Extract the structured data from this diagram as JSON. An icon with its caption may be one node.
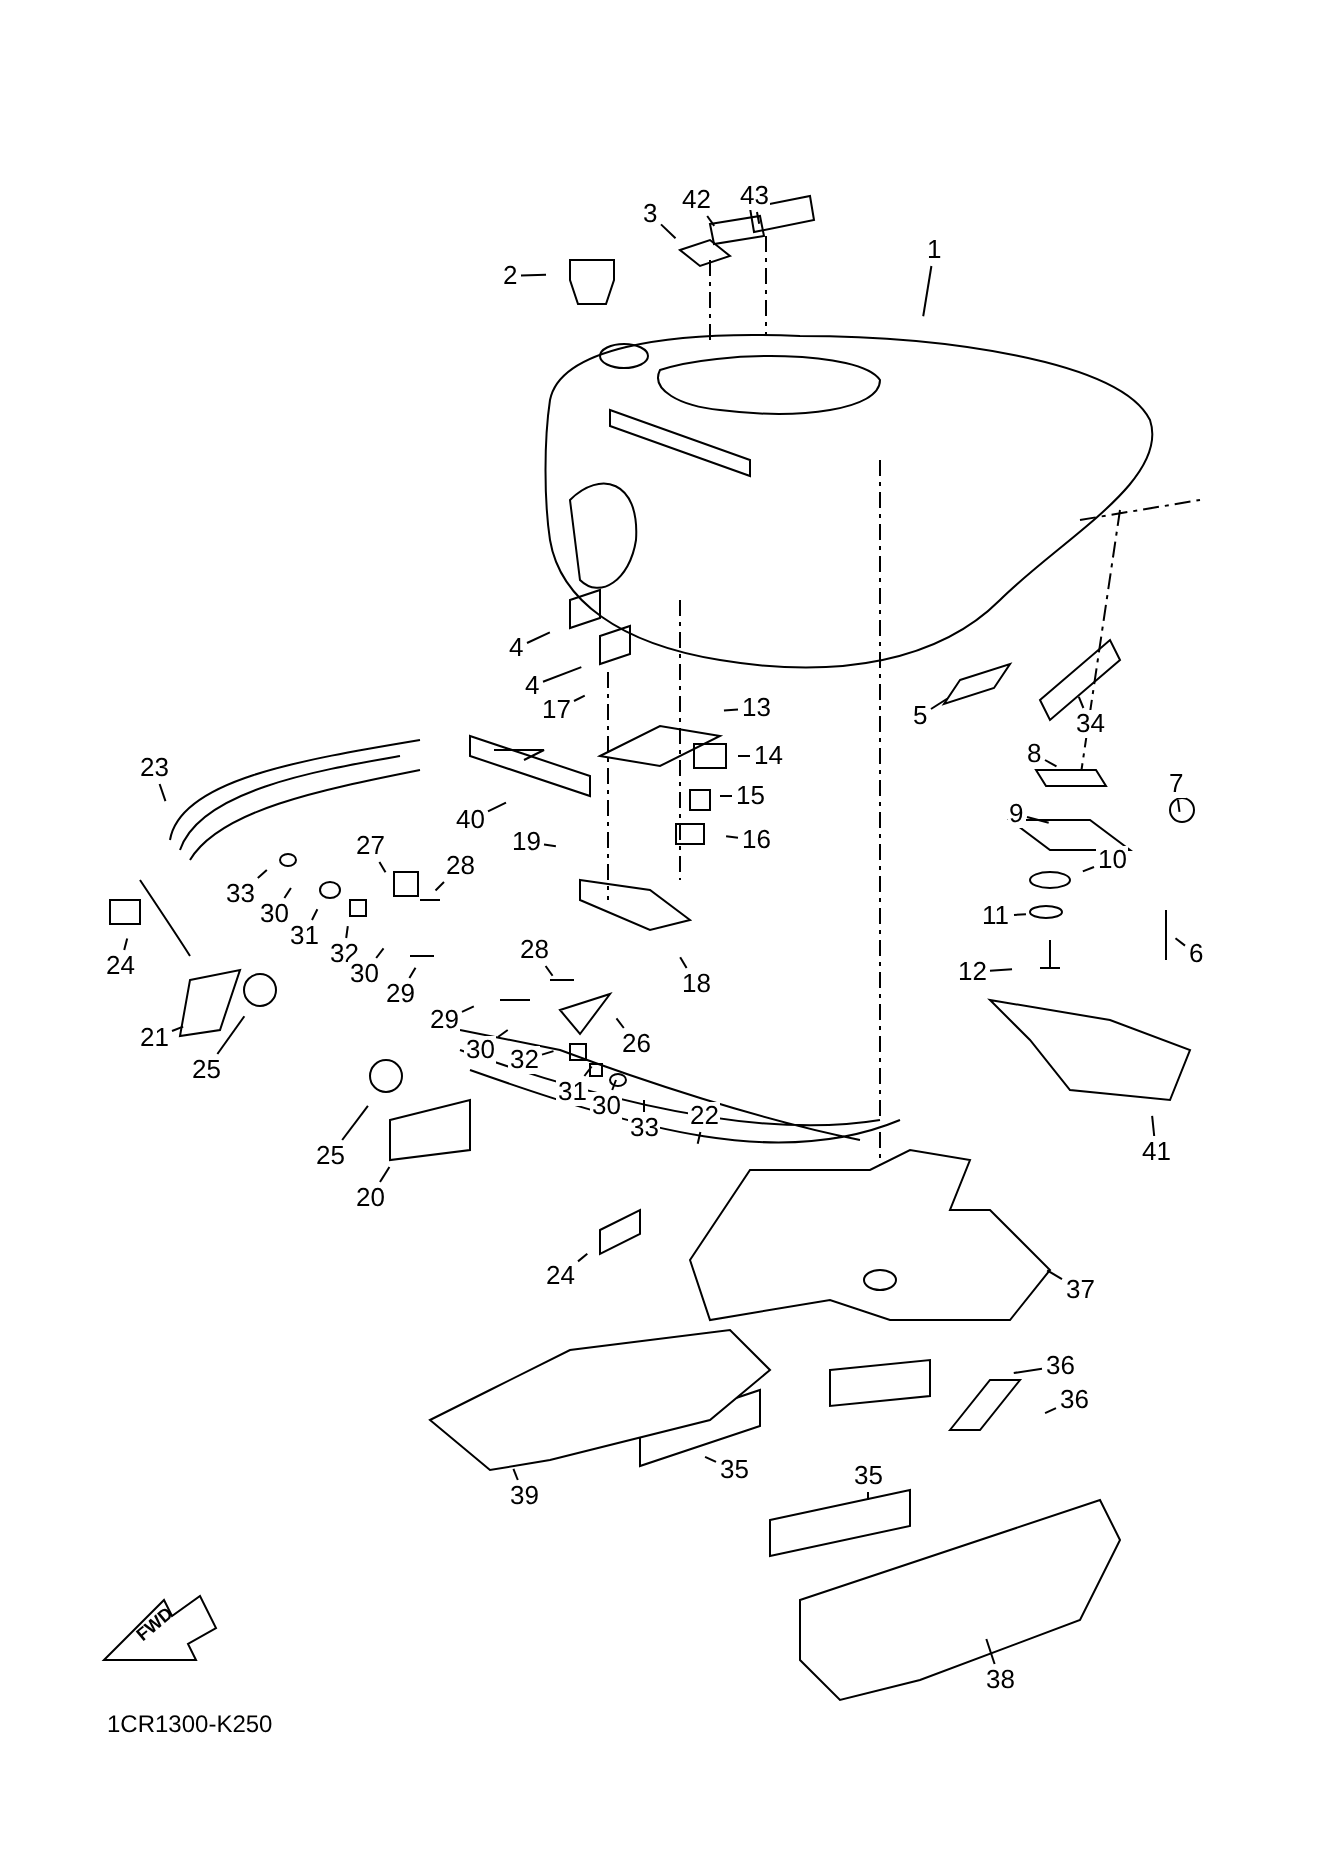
{
  "diagram": {
    "nodes": [
      {
        "text": [
          "1"
        ]
      },
      {
        "text": [
          "2"
        ]
      },
      {
        "text": [
          "3"
        ]
      },
      {
        "text": [
          "42"
        ]
      },
      {
        "text": [
          "43"
        ]
      },
      {
        "text": [
          "4"
        ]
      },
      {
        "text": [
          "4"
        ]
      },
      {
        "text": [
          "5"
        ]
      },
      {
        "text": [
          "34"
        ]
      },
      {
        "text": [
          "8"
        ]
      },
      {
        "text": [
          "7"
        ]
      },
      {
        "text": [
          "9"
        ]
      },
      {
        "text": [
          "10"
        ]
      },
      {
        "text": [
          "11"
        ]
      },
      {
        "text": [
          "12"
        ]
      },
      {
        "text": [
          "6"
        ]
      },
      {
        "text": [
          "41"
        ]
      },
      {
        "text": [
          "13"
        ]
      },
      {
        "text": [
          "14"
        ]
      },
      {
        "text": [
          "15"
        ]
      },
      {
        "text": [
          "16"
        ]
      },
      {
        "text": [
          "17"
        ]
      },
      {
        "text": [
          "18"
        ]
      },
      {
        "text": [
          "19"
        ]
      },
      {
        "text": [
          "40"
        ]
      },
      {
        "text": [
          "23"
        ]
      },
      {
        "text": [
          "33"
        ]
      },
      {
        "text": [
          "30"
        ]
      },
      {
        "text": [
          "31"
        ]
      },
      {
        "text": [
          "32"
        ]
      },
      {
        "text": [
          "27"
        ]
      },
      {
        "text": [
          "28"
        ]
      },
      {
        "text": [
          "30"
        ]
      },
      {
        "text": [
          "29"
        ]
      },
      {
        "text": [
          "24"
        ]
      },
      {
        "text": [
          "21"
        ]
      },
      {
        "text": [
          "25"
        ]
      },
      {
        "text": [
          "28"
        ]
      },
      {
        "text": [
          "29"
        ]
      },
      {
        "text": [
          "30"
        ]
      },
      {
        "text": [
          "26"
        ]
      },
      {
        "text": [
          "32"
        ]
      },
      {
        "text": [
          "31"
        ]
      },
      {
        "text": [
          "30"
        ]
      },
      {
        "text": [
          "33"
        ]
      },
      {
        "text": [
          "22"
        ]
      },
      {
        "text": [
          "25"
        ]
      },
      {
        "text": [
          "20"
        ]
      },
      {
        "text": [
          "24"
        ]
      },
      {
        "text": [
          "37"
        ]
      },
      {
        "text": [
          "36"
        ]
      },
      {
        "text": [
          "36"
        ]
      },
      {
        "text": [
          "35"
        ]
      },
      {
        "text": [
          "35"
        ]
      },
      {
        "text": [
          "39"
        ]
      },
      {
        "text": [
          "38"
        ]
      }
    ],
    "edges": [
      {
        "from": 0,
        "to": null,
        "arrow": "none"
      },
      {
        "from": 1,
        "to": null,
        "arrow": "none"
      },
      {
        "from": 2,
        "to": null,
        "arrow": "none"
      },
      {
        "from": 3,
        "to": null,
        "arrow": "none"
      },
      {
        "from": 4,
        "to": null,
        "arrow": "none"
      },
      {
        "from": 5,
        "to": null,
        "arrow": "none"
      },
      {
        "from": 6,
        "to": null,
        "arrow": "none"
      },
      {
        "from": 7,
        "to": null,
        "arrow": "none"
      },
      {
        "from": 8,
        "to": null,
        "arrow": "none"
      },
      {
        "from": 9,
        "to": null,
        "arrow": "none"
      },
      {
        "from": 10,
        "to": null,
        "arrow": "none"
      },
      {
        "from": 11,
        "to": null,
        "arrow": "none"
      },
      {
        "from": 12,
        "to": null,
        "arrow": "none"
      },
      {
        "from": 13,
        "to": null,
        "arrow": "none"
      },
      {
        "from": 14,
        "to": null,
        "arrow": "none"
      },
      {
        "from": 15,
        "to": null,
        "arrow": "none"
      },
      {
        "from": 16,
        "to": null,
        "arrow": "none"
      },
      {
        "from": 17,
        "to": null,
        "arrow": "none"
      },
      {
        "from": 18,
        "to": null,
        "arrow": "none"
      },
      {
        "from": 19,
        "to": null,
        "arrow": "none"
      },
      {
        "from": 20,
        "to": null,
        "arrow": "none"
      },
      {
        "from": 21,
        "to": null,
        "arrow": "none"
      },
      {
        "from": 22,
        "to": null,
        "arrow": "none"
      },
      {
        "from": 23,
        "to": null,
        "arrow": "none"
      },
      {
        "from": 24,
        "to": null,
        "arrow": "none"
      },
      {
        "from": 25,
        "to": null,
        "arrow": "none"
      },
      {
        "from": 26,
        "to": null,
        "arrow": "none"
      },
      {
        "from": 27,
        "to": null,
        "arrow": "none"
      },
      {
        "from": 28,
        "to": null,
        "arrow": "none"
      },
      {
        "from": 29,
        "to": null,
        "arrow": "none"
      },
      {
        "from": 30,
        "to": null,
        "arrow": "none"
      },
      {
        "from": 31,
        "to": null,
        "arrow": "none"
      },
      {
        "from": 32,
        "to": null,
        "arrow": "none"
      },
      {
        "from": 33,
        "to": null,
        "arrow": "none"
      },
      {
        "from": 34,
        "to": null,
        "arrow": "none"
      },
      {
        "from": 35,
        "to": null,
        "arrow": "none"
      },
      {
        "from": 36,
        "to": null,
        "arrow": "none"
      },
      {
        "from": 37,
        "to": null,
        "arrow": "none"
      },
      {
        "from": 38,
        "to": null,
        "arrow": "none"
      },
      {
        "from": 39,
        "to": null,
        "arrow": "none"
      },
      {
        "from": 40,
        "to": null,
        "arrow": "none"
      },
      {
        "from": 41,
        "to": null,
        "arrow": "none"
      },
      {
        "from": 42,
        "to": null,
        "arrow": "none"
      },
      {
        "from": 43,
        "to": null,
        "arrow": "none"
      },
      {
        "from": 44,
        "to": null,
        "arrow": "none"
      },
      {
        "from": 45,
        "to": null,
        "arrow": "none"
      },
      {
        "from": 46,
        "to": null,
        "arrow": "none"
      },
      {
        "from": 47,
        "to": null,
        "arrow": "none"
      },
      {
        "from": 48,
        "to": null,
        "arrow": "none"
      },
      {
        "from": 49,
        "to": null,
        "arrow": "none"
      },
      {
        "from": 50,
        "to": null,
        "arrow": "none"
      },
      {
        "from": 51,
        "to": null,
        "arrow": "none"
      },
      {
        "from": 52,
        "to": null,
        "arrow": "none"
      },
      {
        "from": 53,
        "to": null,
        "arrow": "none"
      },
      {
        "from": 54,
        "to": null,
        "arrow": "none"
      },
      {
        "from": 55,
        "to": null,
        "arrow": "none"
      }
    ],
    "labels": [
      "FWD",
      "1CR1300-K250"
    ]
  }
}
